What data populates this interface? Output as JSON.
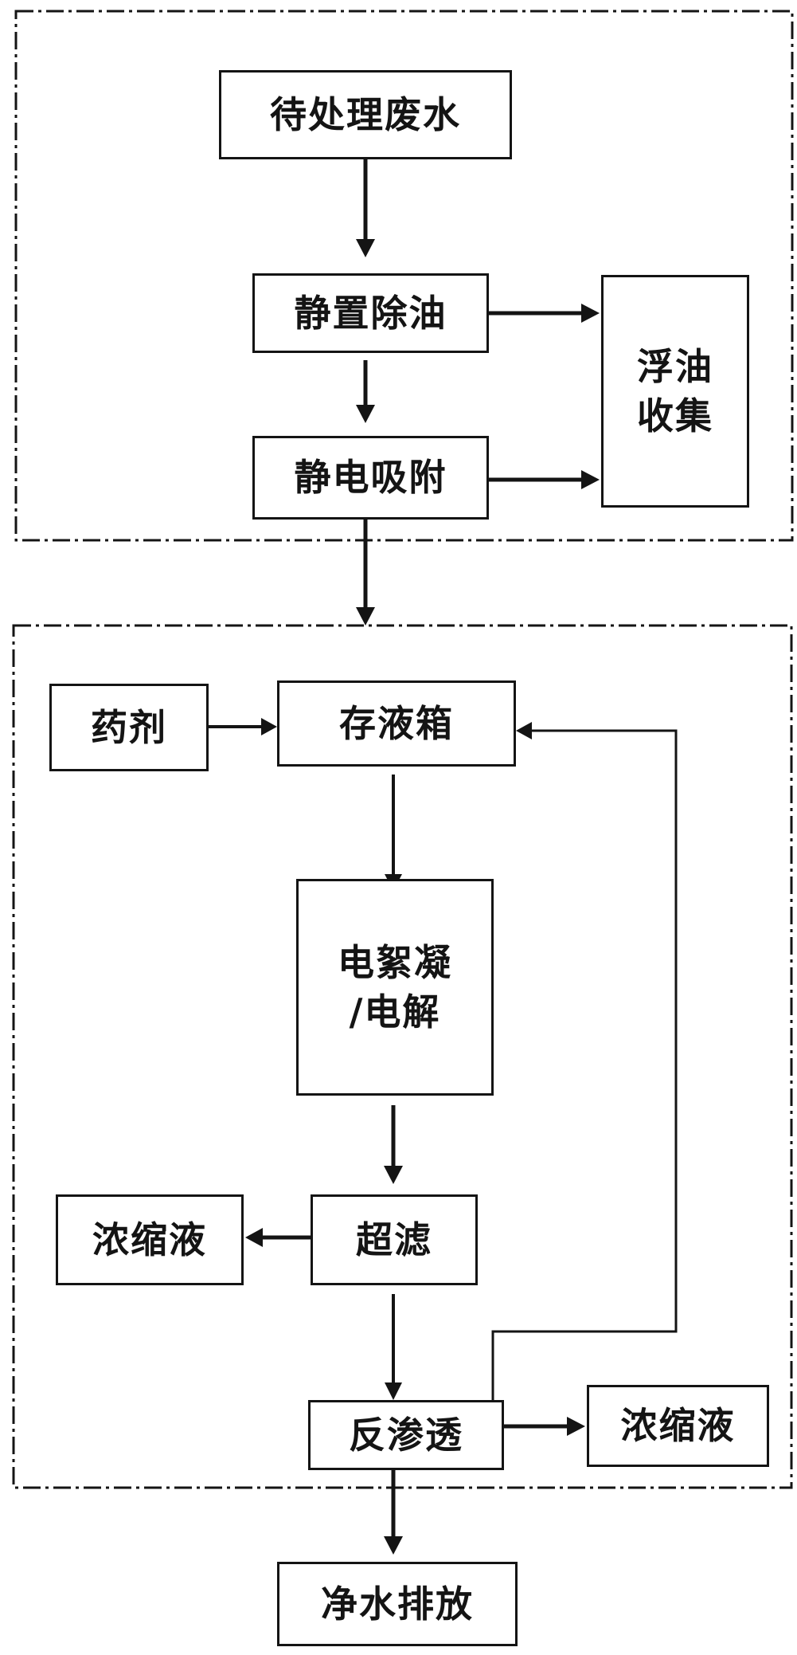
{
  "diagram": {
    "pretreatment": {
      "input": "待处理废水",
      "settling": "静置除油",
      "electrostatic": "静电吸附",
      "oil_collect_line1": "浮油",
      "oil_collect_line2": "收集"
    },
    "treatment": {
      "reagent": "药剂",
      "storage_tank": "存液箱",
      "electro_line1": "电絮凝",
      "electro_line2": "/电解",
      "ultrafiltration": "超滤",
      "uf_concentrate": "浓缩液",
      "reverse_osmosis": "反渗透",
      "ro_concentrate": "浓缩液"
    },
    "output": "净水排放"
  },
  "colors": {
    "stroke": "#141414",
    "background": "#ffffff"
  }
}
